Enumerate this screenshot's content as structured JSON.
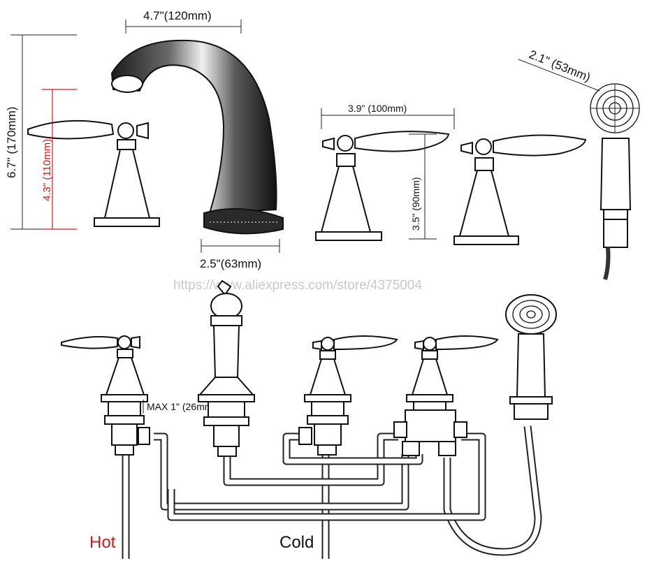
{
  "dimensions": {
    "spout_width": "4.7\"(120mm)",
    "total_height": "6.7\" (170mm)",
    "handle_height": "4.3\" (110mm)",
    "base_width": "2.5\"(63mm)",
    "handle_span": "3.9\" (100mm)",
    "handle_body_height": "3.5\" (90mm)",
    "shower_head_diameter": "2.1\" (53mm)",
    "max_deck_thickness": "MAX 1\" (26mm)"
  },
  "watermark": "https://www.aliexpress.com/store/4375004",
  "labels": {
    "hot": "Hot",
    "cold": "Cold"
  },
  "colors": {
    "hot_label": "#d11a1a",
    "handle_dimension": "#d11a1a",
    "outline": "#111111",
    "watermark": "#c9c9c9"
  }
}
